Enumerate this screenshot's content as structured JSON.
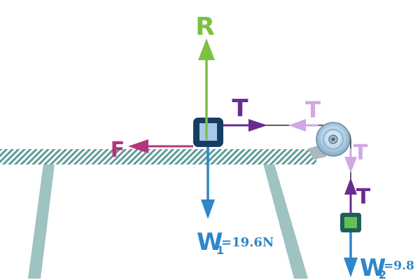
{
  "diagram": {
    "labels": {
      "normal_reaction": "R",
      "tension_right": "T",
      "tension_faded_left": "T",
      "tension_faded_down": "T",
      "tension_up": "T",
      "friction": "F",
      "weight1_letter": "W",
      "weight1_sub": "1",
      "weight1_value": "=19.6N",
      "weight2_letter": "W",
      "weight2_sub": "2",
      "weight2_value": "=9.8"
    },
    "colors": {
      "normal_force": "#7cc142",
      "tension": "#6a2c91",
      "tension_faded": "#cfa8e6",
      "friction": "#b5357e",
      "weight": "#2f86c8",
      "table_leg": "#9ec3c0",
      "table_hatch": "#5e9c9a",
      "block1_outer": "#163e63",
      "block1_inner": "#a9c9e6",
      "block2_outer": "#1e5f5c",
      "block2_inner": "#62c152",
      "pulley": "#b8d3e8"
    }
  }
}
